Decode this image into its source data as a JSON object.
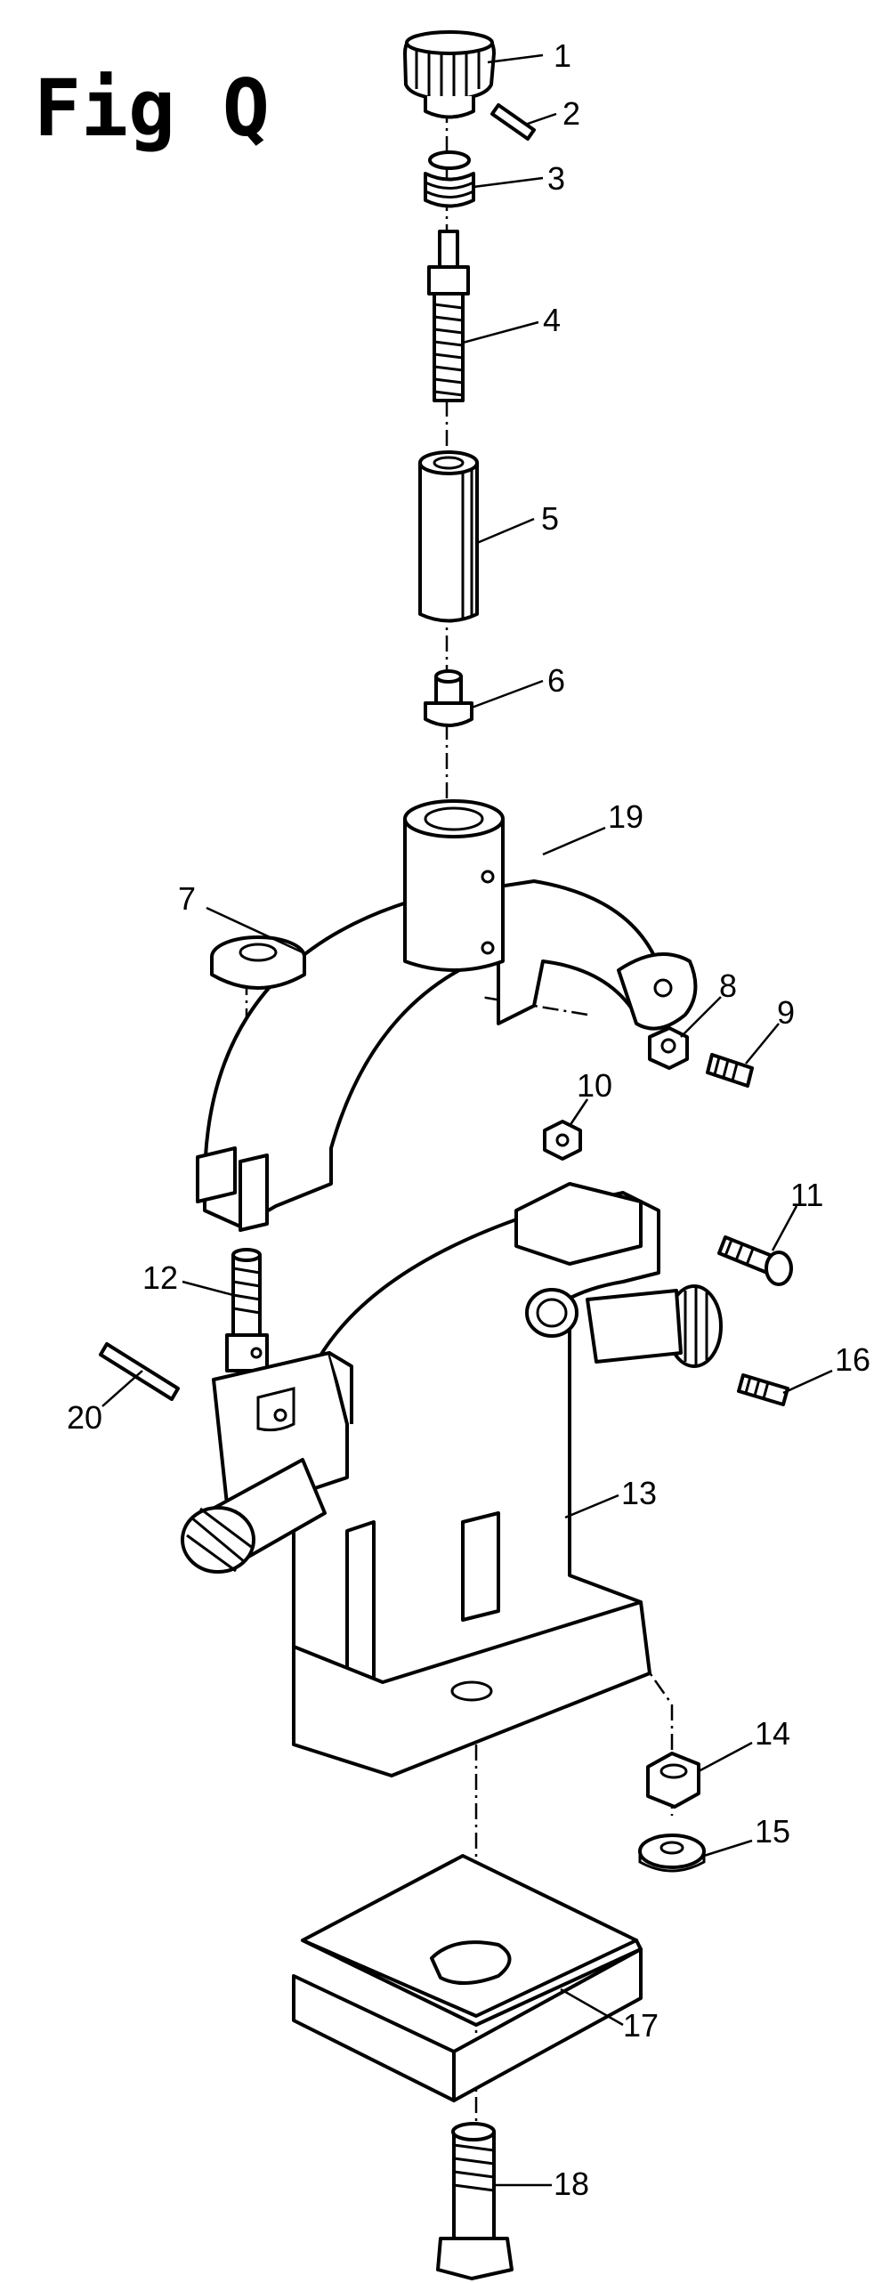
{
  "figure": {
    "title": "Fig Q"
  },
  "callouts": [
    {
      "id": "1",
      "label": "1"
    },
    {
      "id": "2",
      "label": "2"
    },
    {
      "id": "3",
      "label": "3"
    },
    {
      "id": "4",
      "label": "4"
    },
    {
      "id": "5",
      "label": "5"
    },
    {
      "id": "6",
      "label": "6"
    },
    {
      "id": "7",
      "label": "7"
    },
    {
      "id": "8",
      "label": "8"
    },
    {
      "id": "9",
      "label": "9"
    },
    {
      "id": "10",
      "label": "10"
    },
    {
      "id": "11",
      "label": "11"
    },
    {
      "id": "12",
      "label": "12"
    },
    {
      "id": "13",
      "label": "13"
    },
    {
      "id": "14",
      "label": "14"
    },
    {
      "id": "15",
      "label": "15"
    },
    {
      "id": "16",
      "label": "16"
    },
    {
      "id": "17",
      "label": "17"
    },
    {
      "id": "18",
      "label": "18"
    },
    {
      "id": "19",
      "label": "19"
    },
    {
      "id": "20",
      "label": "20"
    }
  ]
}
